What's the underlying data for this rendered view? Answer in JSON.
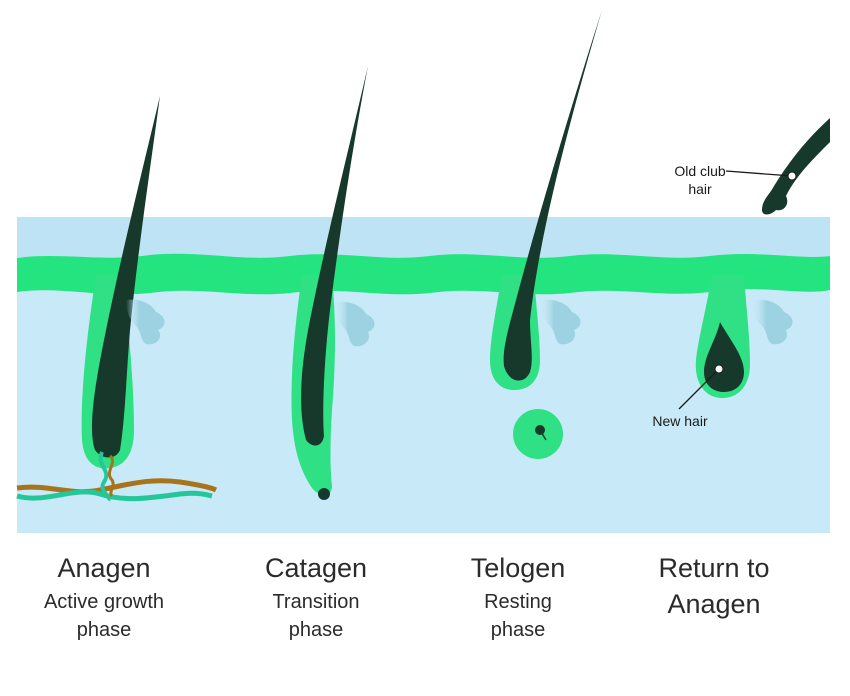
{
  "colors": {
    "skin": "#c8e9f7",
    "skin_top": "#bde3f4",
    "epidermis": "#23e47e",
    "hair": "#16392c",
    "follicle": "#2fe184",
    "gland": "#9cd2e2",
    "vessel_brown": "#a8741b",
    "vessel_teal": "#23c79a"
  },
  "phases": [
    {
      "title": "Anagen",
      "subtitle_line1": "Active growth",
      "subtitle_line2": "phase"
    },
    {
      "title": "Catagen",
      "subtitle_line1": "Transition",
      "subtitle_line2": "phase"
    },
    {
      "title": "Telogen",
      "subtitle_line1": "Resting",
      "subtitle_line2": "phase"
    },
    {
      "title": "Return to",
      "title_line2": "Anagen"
    }
  ],
  "callouts": {
    "old_club_hair_line1": "Old club",
    "old_club_hair_line2": "hair",
    "new_hair": "New hair"
  }
}
